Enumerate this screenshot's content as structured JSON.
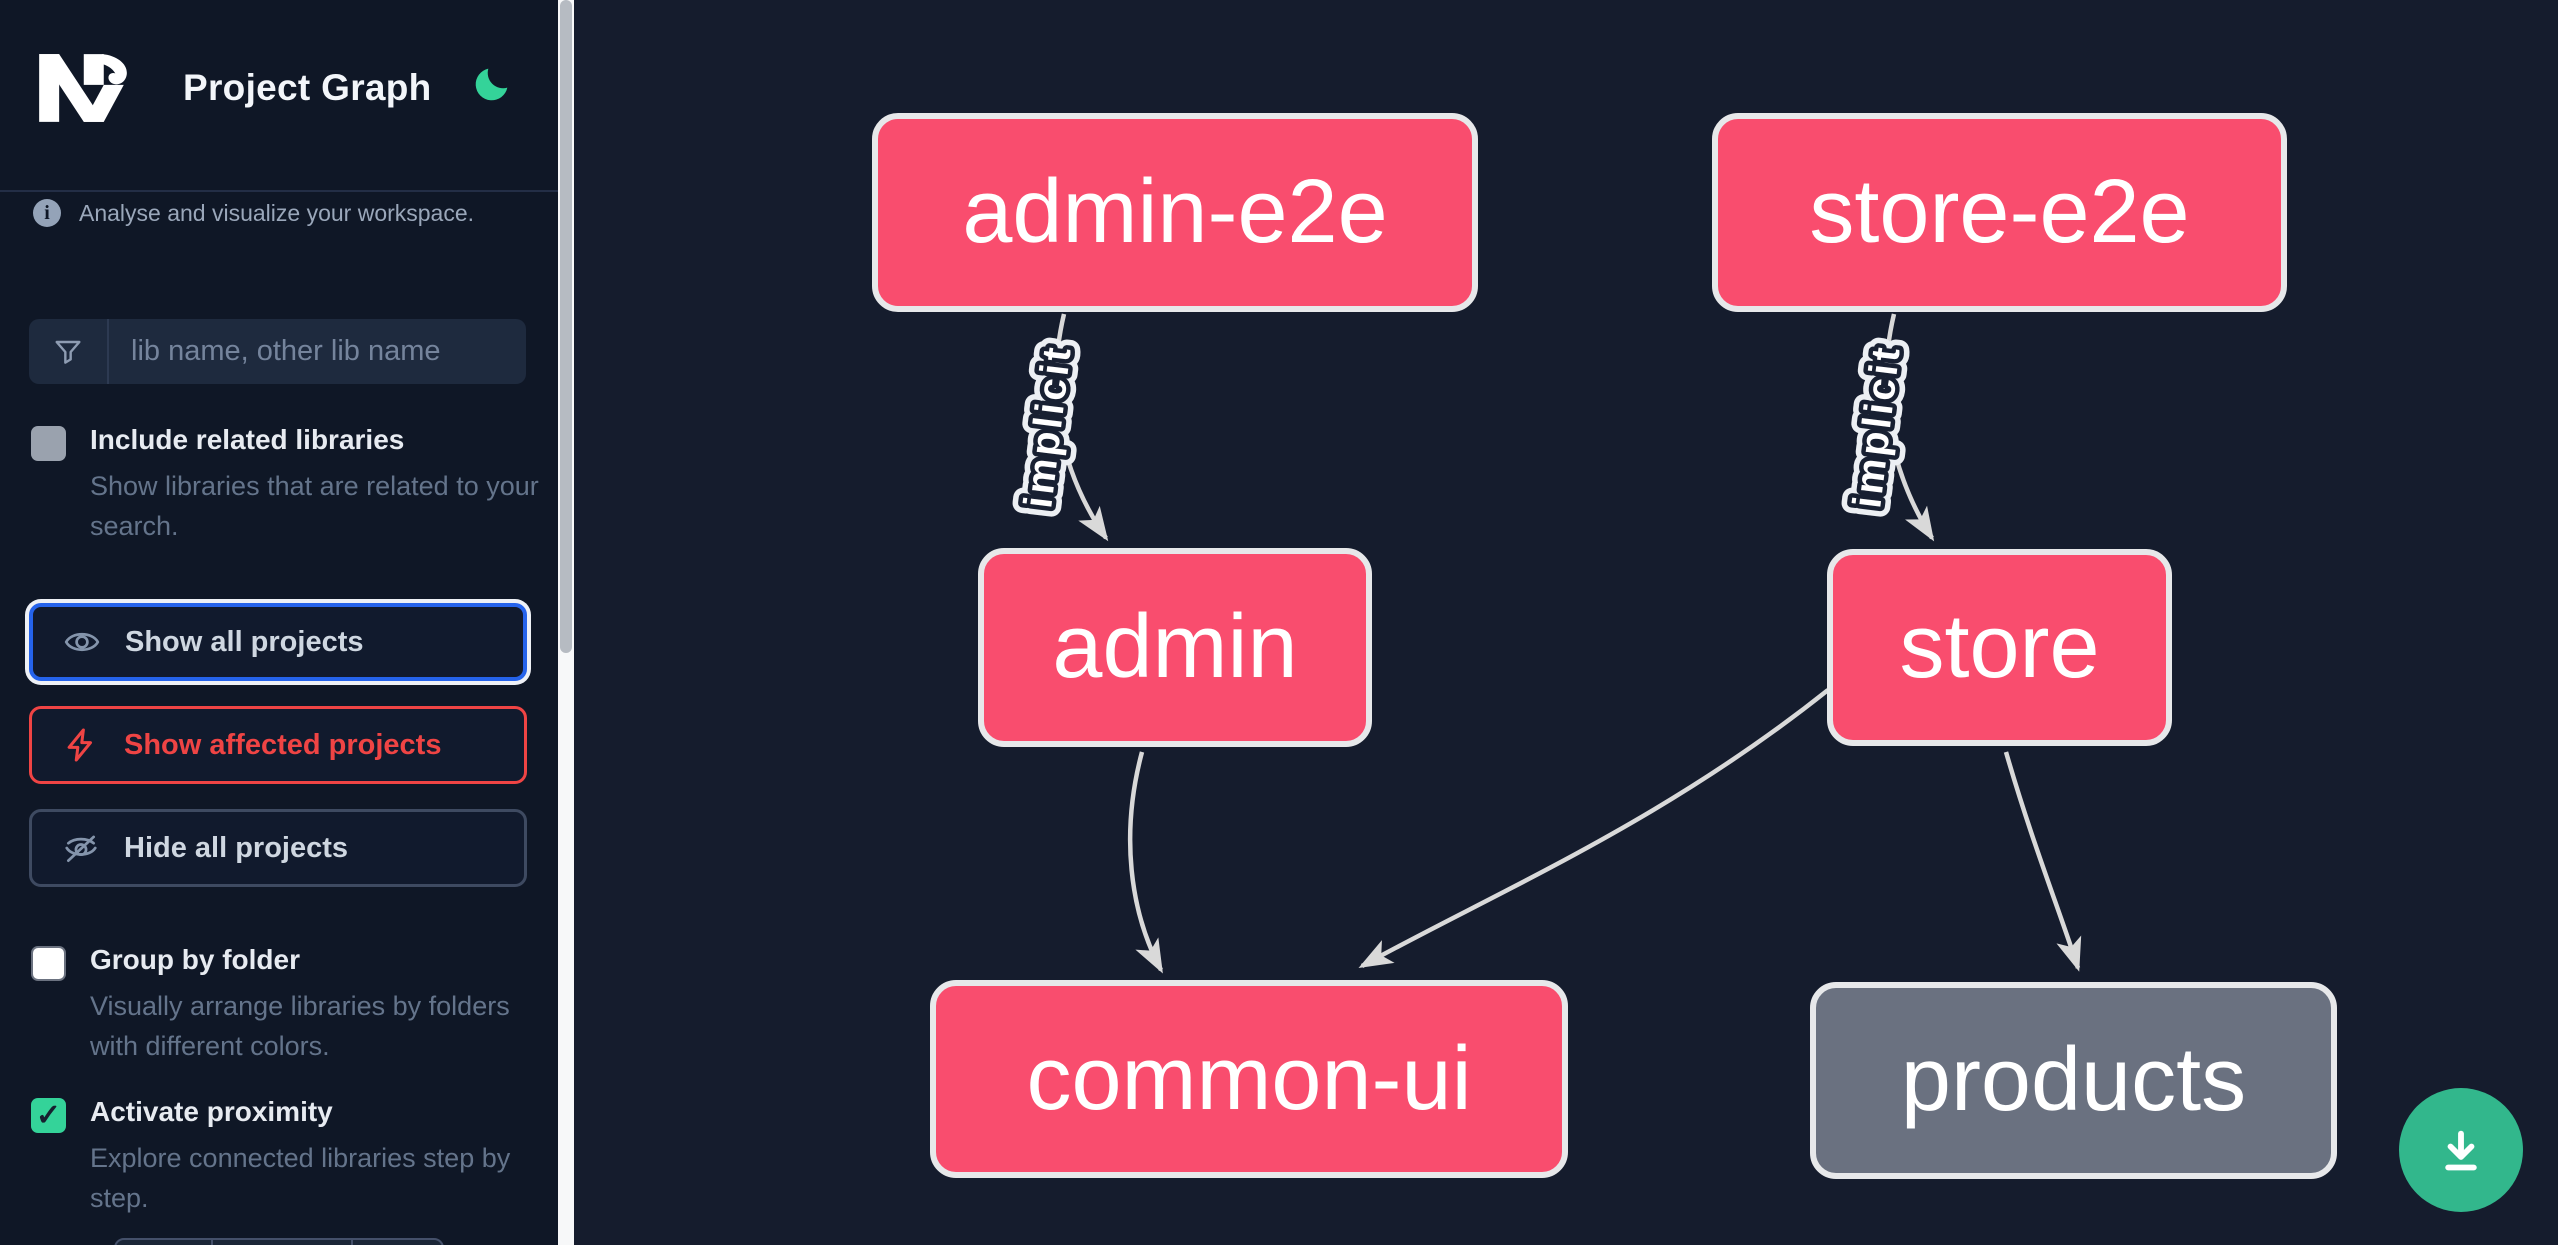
{
  "app": {
    "title": "Project Graph"
  },
  "sidebar": {
    "tagline": "Analyse and visualize your workspace.",
    "search": {
      "placeholder": "lib name, other lib name"
    },
    "options": [
      {
        "id": "include-related-libraries",
        "label": "Include related libraries",
        "description": "Show libraries that are related to your search.",
        "checked": false
      },
      {
        "id": "group-by-folder",
        "label": "Group by folder",
        "description": "Visually arrange libraries by folders with different colors.",
        "checked": false
      },
      {
        "id": "activate-proximity",
        "label": "Activate proximity",
        "description": "Explore connected libraries step by step.",
        "checked": true,
        "checkmark": "✓"
      }
    ],
    "actions": [
      {
        "id": "show-all-projects",
        "label": "Show all projects",
        "accent": "#2563eb",
        "focused": true
      },
      {
        "id": "show-affected-projects",
        "label": "Show affected projects",
        "accent": "#ef4444",
        "focused": false
      },
      {
        "id": "hide-all-projects",
        "label": "Hide all projects",
        "accent": "#3e4a61",
        "focused": false
      }
    ]
  },
  "graph": {
    "nodes": [
      {
        "id": "admin-e2e",
        "label": "admin-e2e",
        "color": "#f94d6e"
      },
      {
        "id": "store-e2e",
        "label": "store-e2e",
        "color": "#f94d6e"
      },
      {
        "id": "admin",
        "label": "admin",
        "color": "#f94d6e"
      },
      {
        "id": "store",
        "label": "store",
        "color": "#f94d6e"
      },
      {
        "id": "common-ui",
        "label": "common-ui",
        "color": "#f94d6e"
      },
      {
        "id": "products",
        "label": "products",
        "color": "#6a7180"
      }
    ],
    "edges": [
      {
        "from": "admin-e2e",
        "to": "admin",
        "label": "implicit"
      },
      {
        "from": "store-e2e",
        "to": "store",
        "label": "implicit"
      },
      {
        "from": "admin",
        "to": "common-ui",
        "label": ""
      },
      {
        "from": "store",
        "to": "common-ui",
        "label": ""
      },
      {
        "from": "store",
        "to": "products",
        "label": ""
      }
    ]
  },
  "fab": {
    "action": "download-graph",
    "color": "#32b78c"
  },
  "colors": {
    "sidebar_bg": "#0f1726",
    "canvas_bg": "#151c2d",
    "node_pink": "#f94d6e",
    "node_gray": "#6a7180",
    "node_border": "#e7e8ea",
    "edge": "#d9d9d9",
    "accent_blue": "#2563eb",
    "accent_red": "#ef4444",
    "accent_green": "#34d399"
  }
}
